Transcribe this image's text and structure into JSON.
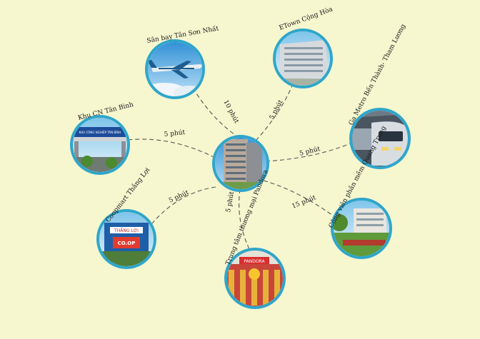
{
  "center": {
    "icon": "apartment-tower-icon",
    "ring_color": "#2fa6c9"
  },
  "places": [
    {
      "id": "tan-son-nhat-airport",
      "name": "Sân bay Tân Sơn Nhất",
      "time": "10 phút",
      "icon": "airplane-icon"
    },
    {
      "id": "etown-cong-hoa",
      "name": "ETown Cộng Hòa",
      "time": "5 phút",
      "icon": "office-building-icon"
    },
    {
      "id": "metro-ben-thanh-tham-luong",
      "name": "Ga Metro Bến Thành- Tham Lương",
      "time": "5 phút",
      "icon": "metro-train-icon"
    },
    {
      "id": "quang-trung-software-park",
      "name": "Công viên phần mềm Quang Trung",
      "time": "15 phút",
      "icon": "software-park-icon"
    },
    {
      "id": "pandora-mall",
      "name": "Trung tâm thương mại Pandora",
      "time": "5 phút",
      "icon": "shopping-mall-icon"
    },
    {
      "id": "coopmart-thang-loi",
      "name": "Coopmart Thắng Lợi",
      "time": "5 phút",
      "icon": "supermarket-icon"
    },
    {
      "id": "tan-binh-industrial-zone",
      "name": "Khu CN Tân Bình",
      "time": "5 phút",
      "icon": "industrial-zone-icon"
    }
  ],
  "signs": {
    "industrial": "KHU CÔNG NGHIỆP TÂN BÌNH",
    "coopmart": "THẮNG LỢI",
    "coopmart_sub": "CO.OP",
    "pandora": "PANDORA"
  }
}
